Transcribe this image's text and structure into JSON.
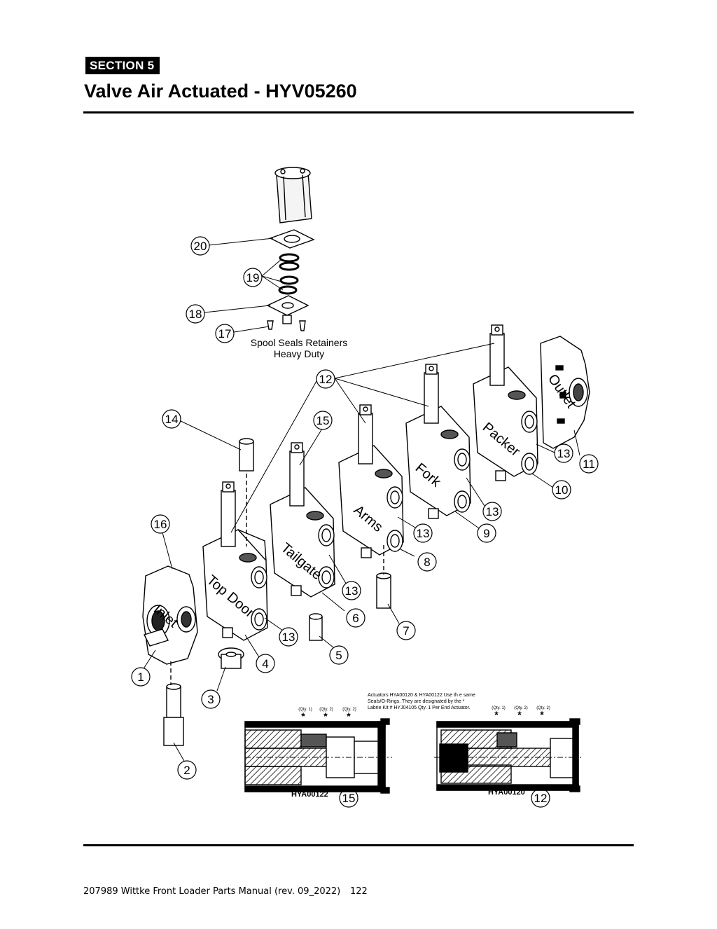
{
  "header": {
    "section": "SECTION  5",
    "title": "Valve Air Actuated - HYV05260"
  },
  "diagram": {
    "callouts": {
      "c1": "1",
      "c2": "2",
      "c3": "3",
      "c4": "4",
      "c5": "5",
      "c6": "6",
      "c7": "7",
      "c8": "8",
      "c9": "9",
      "c10": "10",
      "c11": "11",
      "c12": "12",
      "c13": "13",
      "c14": "14",
      "c15": "15",
      "c16": "16",
      "c17": "17",
      "c18": "18",
      "c19": "19",
      "c20": "20"
    },
    "spool_note": [
      "Spool Seals Retainers",
      "Heavy Duty"
    ],
    "section_labels": {
      "inlet": "Inlet",
      "top_door": "Top Door",
      "tailgate": "Tailgate",
      "arms": "Arms",
      "fork": "Fork",
      "packer": "Packer",
      "outlet": "Outlet"
    },
    "actuator_note": [
      "Actuators HYA00120 & HYA00122 Use th e same",
      "Seals/O-Rings. They are designated by the *",
      "Labrie Kit #  HYJ04105 Qty. 1 Per End Actuator."
    ],
    "qty_labels": [
      "(Qty. 1)",
      "(Qty. 2)",
      "(Qty. 2)"
    ],
    "actuator_left": {
      "part": "HYA00122",
      "callout": "15"
    },
    "actuator_right": {
      "part": "HYA00120",
      "callout": "12"
    }
  },
  "footer": {
    "doc": "207989 Wittke Front Loader Parts Manual (rev. 09_2022)",
    "page": "122"
  }
}
